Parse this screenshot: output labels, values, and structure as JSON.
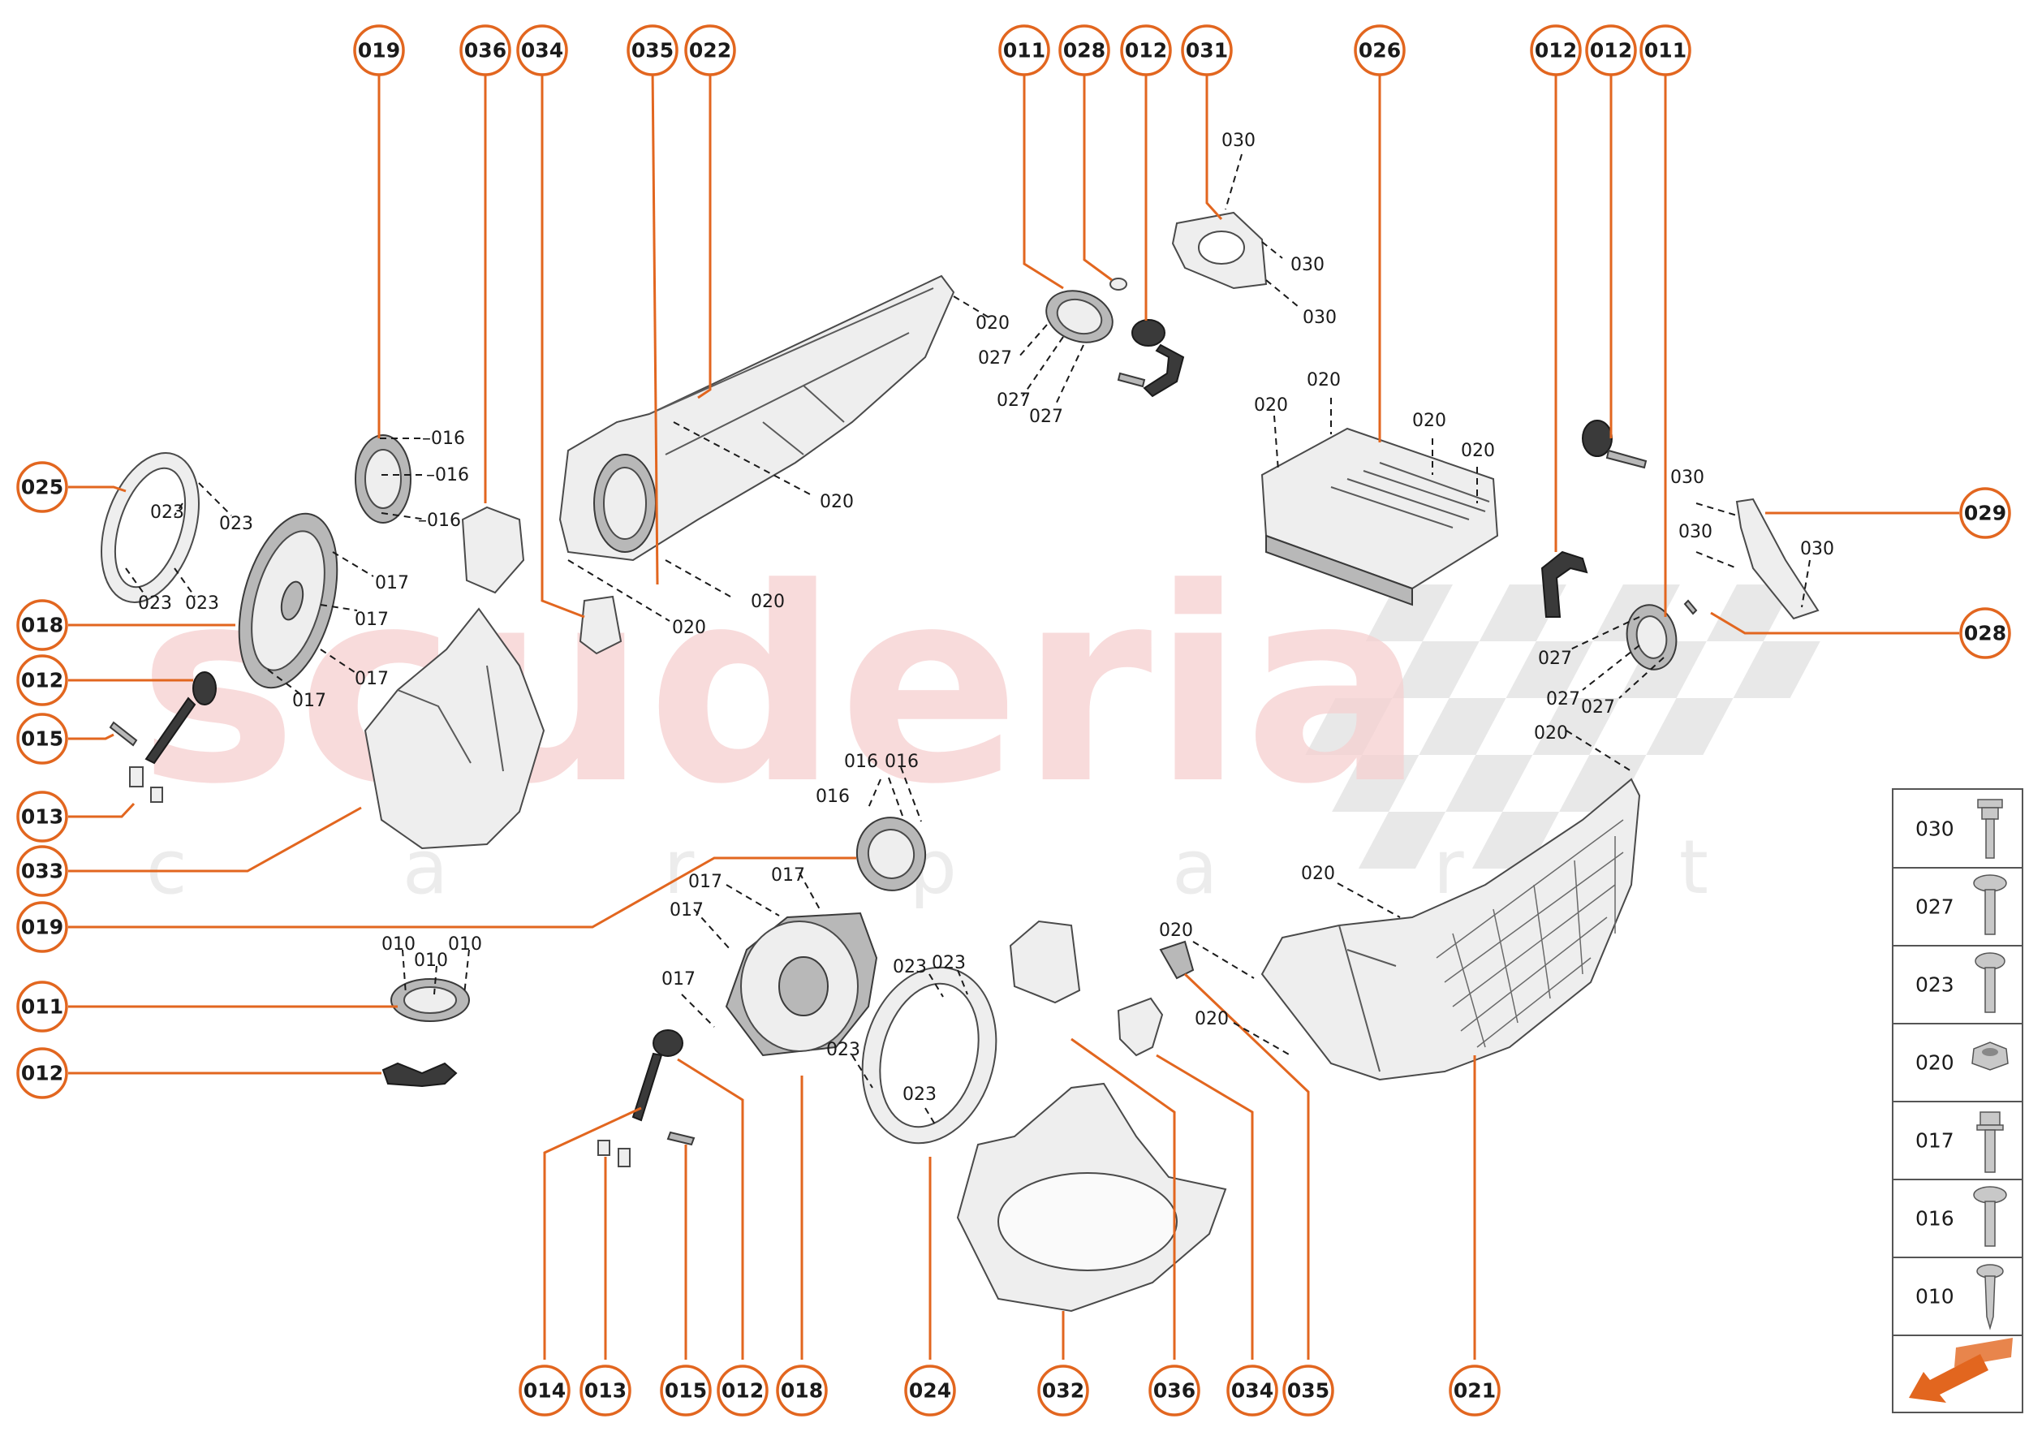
{
  "watermark": {
    "main": "scuderia",
    "sub": "c a r p a r t s"
  },
  "callouts": [
    {
      "label": "019"
    },
    {
      "label": "036"
    },
    {
      "label": "034"
    },
    {
      "label": "035"
    },
    {
      "label": "022"
    },
    {
      "label": "011"
    },
    {
      "label": "028"
    },
    {
      "label": "012"
    },
    {
      "label": "031"
    },
    {
      "label": "026"
    },
    {
      "label": "012"
    },
    {
      "label": "012"
    },
    {
      "label": "011"
    },
    {
      "label": "025"
    },
    {
      "label": "018"
    },
    {
      "label": "012"
    },
    {
      "label": "015"
    },
    {
      "label": "013"
    },
    {
      "label": "033"
    },
    {
      "label": "019"
    },
    {
      "label": "011"
    },
    {
      "label": "012"
    },
    {
      "label": "029"
    },
    {
      "label": "028"
    },
    {
      "label": "014"
    },
    {
      "label": "013"
    },
    {
      "label": "015"
    },
    {
      "label": "012"
    },
    {
      "label": "018"
    },
    {
      "label": "024"
    },
    {
      "label": "032"
    },
    {
      "label": "036"
    },
    {
      "label": "034"
    },
    {
      "label": "035"
    },
    {
      "label": "021"
    }
  ],
  "part_numbers": [
    {
      "text": "030"
    },
    {
      "text": "030"
    },
    {
      "text": "030"
    },
    {
      "text": "020"
    },
    {
      "text": "027"
    },
    {
      "text": "027"
    },
    {
      "text": "027"
    },
    {
      "text": "020"
    },
    {
      "text": "020"
    },
    {
      "text": "020"
    },
    {
      "text": "020"
    },
    {
      "text": "–016"
    },
    {
      "text": "–016"
    },
    {
      "text": "–016"
    },
    {
      "text": "023"
    },
    {
      "text": "023"
    },
    {
      "text": "023"
    },
    {
      "text": "023"
    },
    {
      "text": "017"
    },
    {
      "text": "017"
    },
    {
      "text": "017"
    },
    {
      "text": "017"
    },
    {
      "text": "020"
    },
    {
      "text": "020"
    },
    {
      "text": "020"
    },
    {
      "text": "030"
    },
    {
      "text": "030"
    },
    {
      "text": "030"
    },
    {
      "text": "027"
    },
    {
      "text": "027"
    },
    {
      "text": "027"
    },
    {
      "text": "020"
    },
    {
      "text": "016"
    },
    {
      "text": "016"
    },
    {
      "text": "016"
    },
    {
      "text": "017"
    },
    {
      "text": "017"
    },
    {
      "text": "017"
    },
    {
      "text": "017"
    },
    {
      "text": "010"
    },
    {
      "text": "010"
    },
    {
      "text": "010"
    },
    {
      "text": "023"
    },
    {
      "text": "023"
    },
    {
      "text": "023"
    },
    {
      "text": "023"
    },
    {
      "text": "020"
    },
    {
      "text": "020"
    },
    {
      "text": "020"
    }
  ],
  "legend": {
    "items": [
      {
        "code": "030",
        "icon": "flange-bolt-icon"
      },
      {
        "code": "027",
        "icon": "pan-head-screw-icon"
      },
      {
        "code": "023",
        "icon": "round-head-screw-icon"
      },
      {
        "code": "020",
        "icon": "flange-nut-icon"
      },
      {
        "code": "017",
        "icon": "hex-bolt-icon"
      },
      {
        "code": "016",
        "icon": "torx-screw-icon"
      },
      {
        "code": "010",
        "icon": "self-tapping-screw-icon"
      }
    ],
    "arrow_icon": "orientation-arrow-icon"
  },
  "colors": {
    "accent": "#e2661f",
    "text": "#1a1a1a",
    "watermark": "#f6d0d0"
  }
}
